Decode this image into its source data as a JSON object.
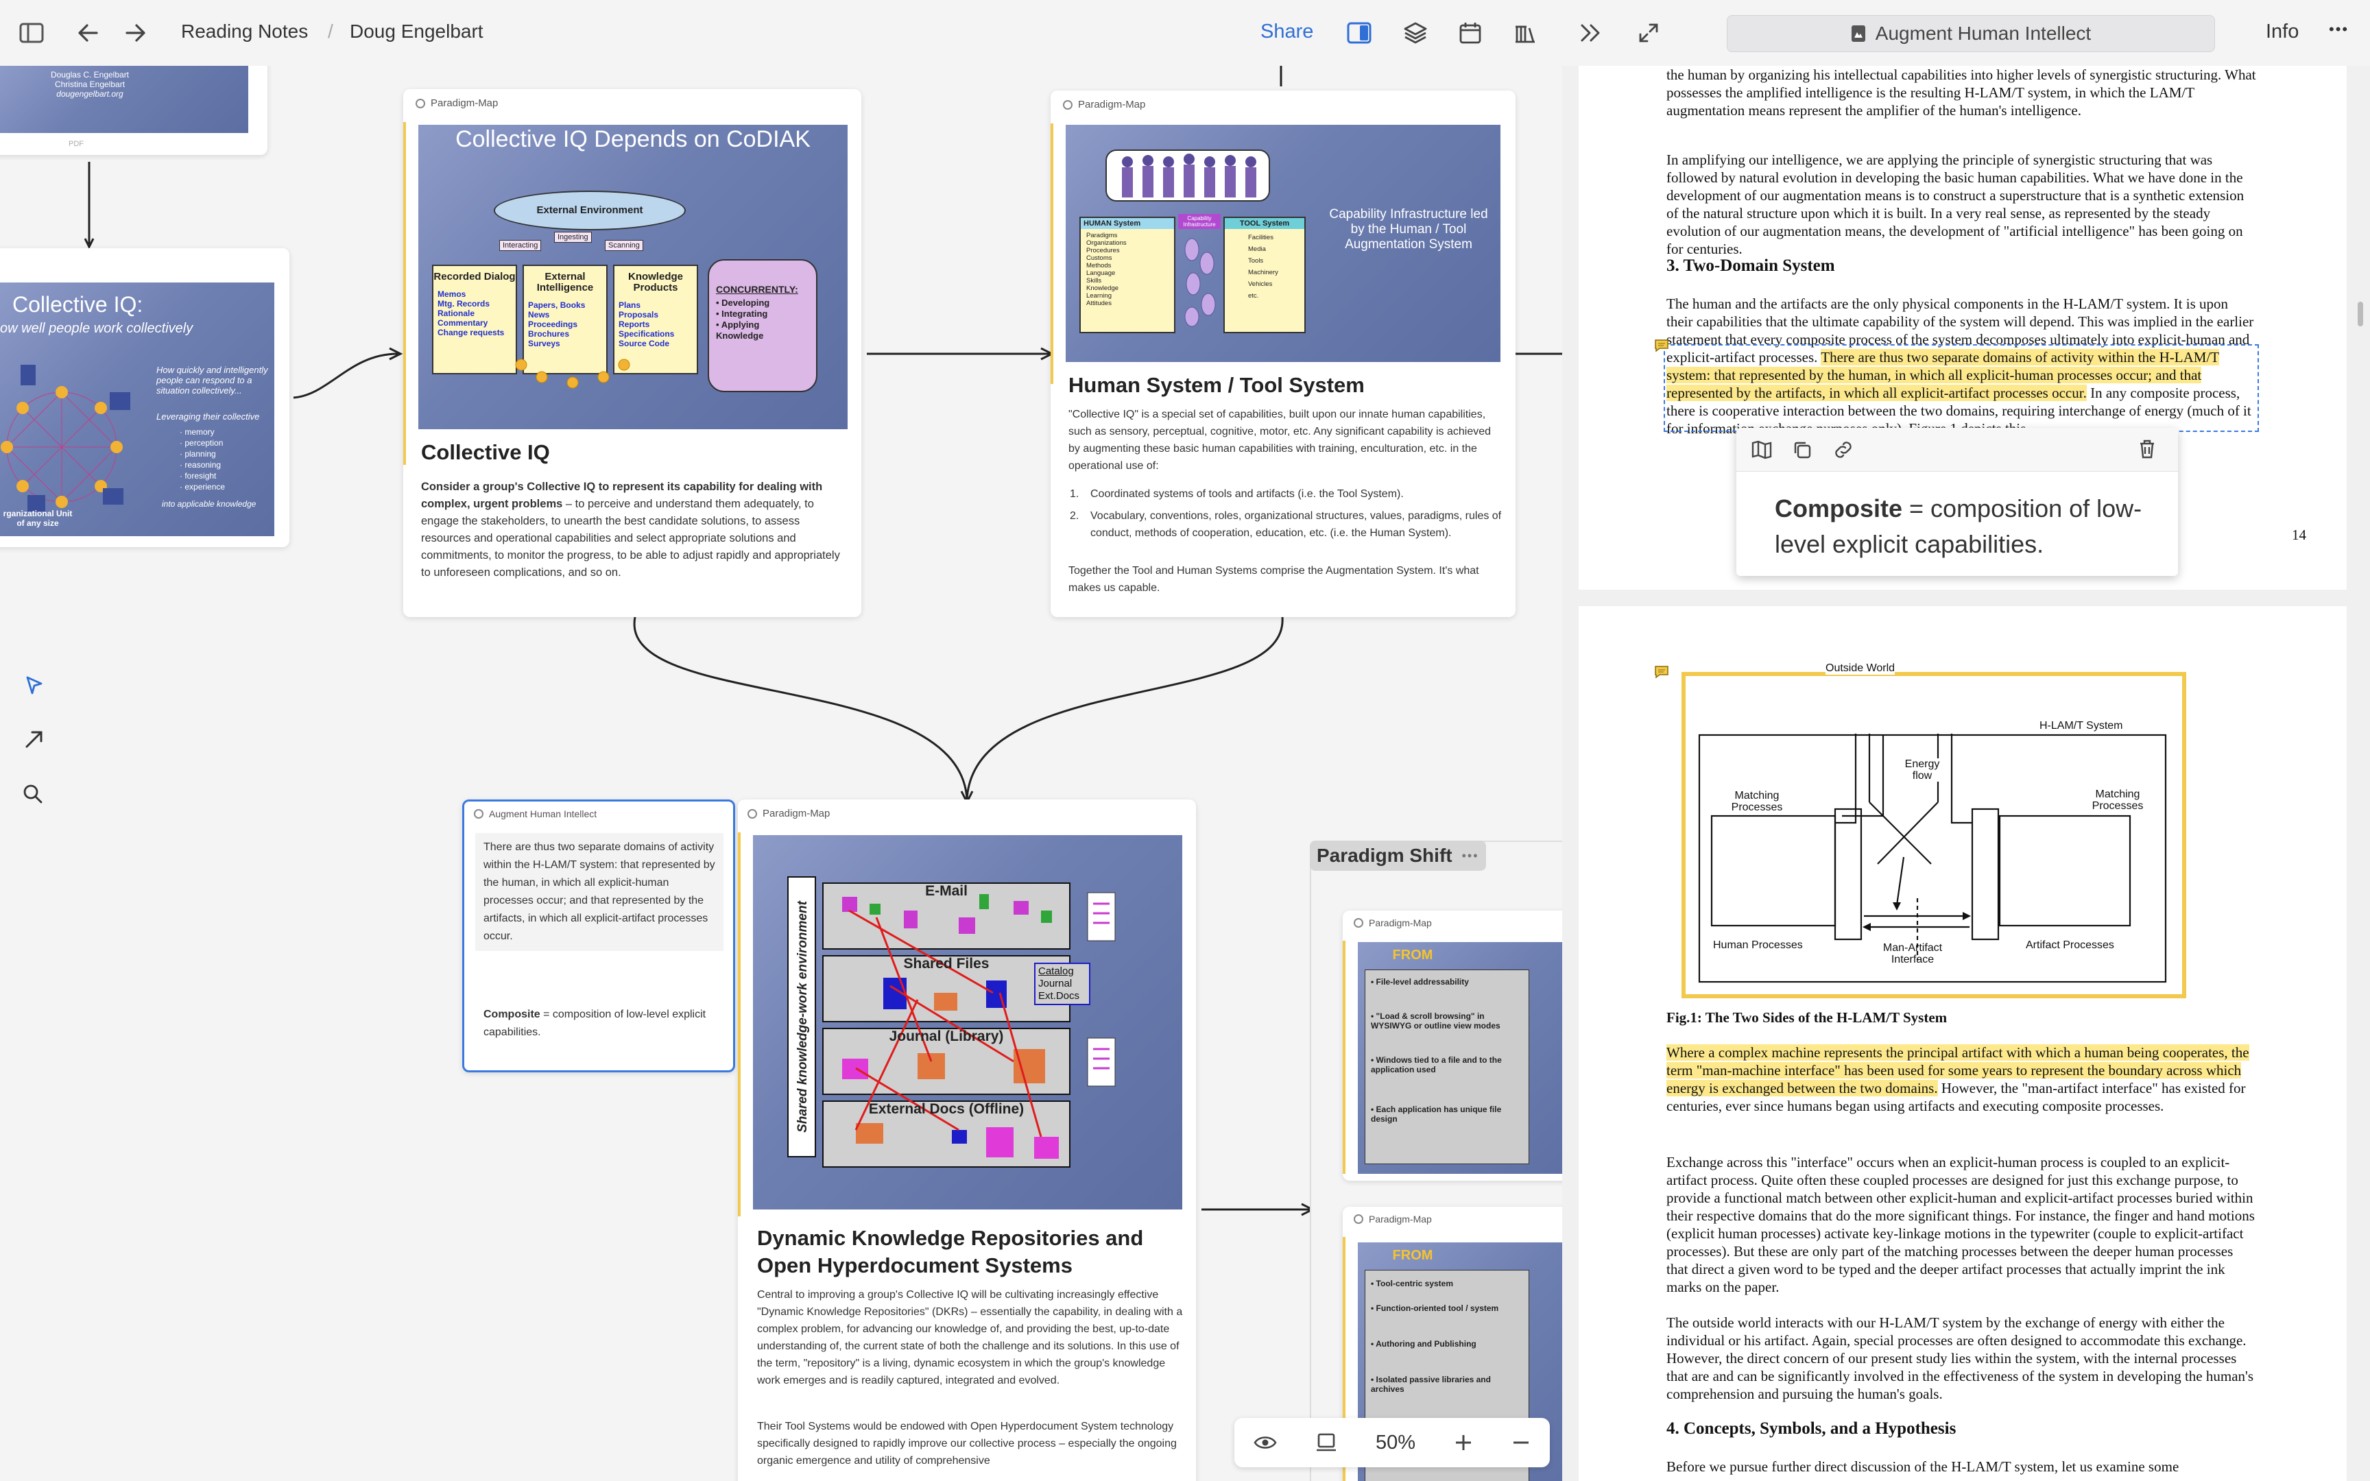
{
  "topbar": {
    "breadcrumb_1": "Reading Notes",
    "breadcrumb_sep": "/",
    "breadcrumb_2": "Doug Engelbart",
    "share": "Share"
  },
  "canvas": {
    "card_tag": "Paradigm-Map",
    "pdf_card": {
      "line1": "Douglas C. Engelbart",
      "line2": "Christina Engelbart",
      "line3": "dougengelbart.org",
      "label": "PDF"
    },
    "ciq_slide": {
      "title": "Collective IQ:",
      "subtitle": "ow well people work collectively",
      "side_text": "How quickly and intelligently people can respond to a situation collectively...",
      "leverage": "Leveraging their collective",
      "bullets": [
        "memory",
        "perception",
        "planning",
        "reasoning",
        "foresight",
        "experience"
      ],
      "into": "into applicable knowledge",
      "unit": "rganizational Unit\nof any size"
    },
    "codiak_card": {
      "slide_title": "Collective IQ Depends on CoDIAK",
      "external_env": "External Environment",
      "tags": [
        "Interacting",
        "Ingesting",
        "Scanning"
      ],
      "boxes": [
        {
          "title": "Recorded Dialog",
          "items": "Memos\nMtg. Records\nRationale\nCommentary\nChange requests"
        },
        {
          "title": "External Intelligence",
          "items": "Papers, Books\nNews\nProceedings\nBrochures\nSurveys"
        },
        {
          "title": "Knowledge Products",
          "items": "Plans\nProposals\nReports\nSpecifications\nSource Code"
        }
      ],
      "concurrently": "CONCURRENTLY:",
      "concurrent_items": [
        "Developing",
        "Integrating",
        "Applying Knowledge"
      ],
      "title": "Collective IQ",
      "body_bold": "Consider a group's Collective IQ to  represent its capability for dealing with complex, urgent problems",
      "body_rest": " – to perceive and understand them adequately, to engage the stakeholders, to unearth the best candidate solutions, to assess resources and operational capabilities and select appropriate solutions and commitments, to monitor the progress, to be able to adjust rapidly and appropriately to unforeseen complications, and so on."
    },
    "hsts_card": {
      "slide_caption": "Capability Infrastructure led by the Human / Tool Augmentation System",
      "human_label": "HUMAN System",
      "cap_label": "Capability Infrastructure",
      "tool_label": "TOOL System",
      "human_items": "Paradigms\nOrganizations\nProcedures\nCustoms\nMethods\nLanguage\nSkills\nKnowledge\nLearning\nAttitudes",
      "tool_items": "Facilities\nMedia\nTools\nMachinery\nVehicles\netc.",
      "title": "Human System / Tool System",
      "intro": "\"Collective IQ\" is a special set of capabilities, built upon our innate human capabilities, such as sensory, perceptual, cognitive, motor, etc. Any significant capability is achieved by augmenting these basic human capabilities with training, enculturation, etc. in the operational use of:",
      "li1": "Coordinated systems of tools and artifacts (i.e. the Tool System).",
      "li2": "Vocabulary, conventions, roles, organizational structures, values, paradigms, rules of conduct, methods of cooperation, education, etc. (i.e. the Human System).",
      "outro": "Together the Tool and Human Systems comprise the Augmentation System. It's what makes us capable."
    },
    "quote_card": {
      "tag": "Augment Human Intellect",
      "quote": "There are thus two separate domains of activity within the H-LAM/T system: that represented by the human, in which all explicit-human processes occur; and that represented by the artifacts, in which all explicit-artifact processes occur.",
      "note_bold": "Composite",
      "note_rest": " = composition of low-level explicit capabilities."
    },
    "dkr_card": {
      "vertical": "Shared knowledge-work environment",
      "layers": [
        "E-Mail",
        "Shared Files",
        "Journal (Library)",
        "External Docs (Offline)"
      ],
      "catalog": [
        "Catalog",
        "Journal",
        "Ext.Docs"
      ],
      "title": "Dynamic Knowledge Repositories and Open Hyperdocument Systems",
      "p1": "Central to improving a group's Collective IQ will be cultivating increasingly effective \"Dynamic Knowledge Repositories\" (DKRs) – essentially the capability, in dealing with a complex problem, for advancing our knowledge of, and providing the best, up-to-date understanding of, the current state of both the challenge and its solutions. In this use of the term, \"repository\" is a living, dynamic ecosystem in which the group's knowledge work emerges and is readily captured, integrated and evolved.",
      "p2": "Their Tool Systems would be endowed with Open Hyperdocument System technology specifically designed to rapidly improve our collective process – especially the ongoing organic emergence and utility of comprehensive"
    },
    "paradigm_shift": {
      "label": "Paradigm Shift",
      "more": "•••",
      "from": "FROM",
      "card1_items": [
        "File-level addressability",
        "\"Load & scroll browsing\" in WYSIWYG or outline view modes",
        "Windows tied to a file and to the application used",
        "Each application has unique file design"
      ],
      "card2_items": [
        "Tool-centric system",
        "Function-oriented tool / system",
        "Authoring and Publishing",
        "Isolated passive libraries and archives"
      ]
    }
  },
  "zoom": {
    "level": "50%"
  },
  "right_panel": {
    "doc_title": "Augment Human Intellect",
    "info": "Info",
    "more": "•••",
    "page1": {
      "p1": "the human by organizing his intellectual capabilities into higher levels of synergistic structuring. What possesses the amplified intelligence is the resulting H-LAM/T system, in which the LAM/T augmentation means represent the amplifier of the human's intelligence.",
      "p2": "In amplifying our intelligence, we are applying the principle of synergistic structuring that was followed by natural evolution in developing the basic human capabilities. What we have done in the development of our augmentation means is to construct a superstructure that is a synthetic extension of the natural structure upon which it is built. In a very real sense, as represented by the steady evolution of our augmentation means, the development of \"artificial intelligence\" has been going on for centuries.",
      "h3": "3. Two-Domain System",
      "p3a": "The human and the artifacts are the only physical components in the H-LAM/T system. It is upon their capabilities that the ultimate capability of the system will depend. This was implied in the earlier statement that every composite process of the system decomposes ultimately into explicit-human and explicit-artifact processes. ",
      "p3hl": "There are thus two separate domains of activity within the H-LAM/T system: that represented by the human, in which all explicit-human processes occur; and that represented by the artifacts, in which all explicit-artifact processes occur.",
      "p3b": " In any composite process, there is cooperative interaction between the two domains, requiring interchange of energy (much of it for information exchange purposes only). Figure 1 depicts this",
      "page_num": "14",
      "popup_bold": "Composite",
      "popup_rest": " = composition of low-level explicit capabilities."
    },
    "page2": {
      "fig": {
        "outside": "Outside World",
        "system": "H-LAM/T System",
        "matching_l": "Matching Processes",
        "matching_r": "Matching Processes",
        "energy": "Energy flow",
        "human": "Human Processes",
        "artifact": "Artifact Processes",
        "interface": "Man-Artifact Interface"
      },
      "caption": "Fig.1: The Two Sides of the H-LAM/T System",
      "p1hl": "Where a complex machine represents the principal artifact with which a human being cooperates, the term \"man-machine interface\" has been used for some years to represent the boundary across which energy is exchanged between the two domains.",
      "p1b": " However, the \"man-artifact interface\" has existed for centuries, ever since humans began using artifacts and executing composite processes.",
      "p2": "Exchange across this \"interface\" occurs when an explicit-human process is coupled to an explicit-artifact process. Quite often these coupled processes are designed for just this exchange purpose, to provide a functional match between other explicit-human and explicit-artifact processes buried within their respective domains that do the more significant things. For instance, the finger and hand motions (explicit human processes) activate key-linkage motions in the typewriter (couple to explicit-artifact processes). But these are only part of the matching processes between the deeper human processes that direct a given word to be typed and the deeper artifact processes that actually imprint the ink marks on the paper.",
      "p3": "The outside world interacts with our H-LAM/T system by the exchange of energy with either the individual or his artifact. Again, special processes are often designed to accommodate this exchange. However, the direct concern of our present study lies within the system, with the internal processes that are and can be significantly involved in the effectiveness of the system in developing the human's comprehension and pursuing the human's goals.",
      "h4": "4. Concepts, Symbols, and a Hypothesis",
      "p4": "Before we pursue further direct discussion of the H-LAM/T system, let us examine some"
    }
  }
}
